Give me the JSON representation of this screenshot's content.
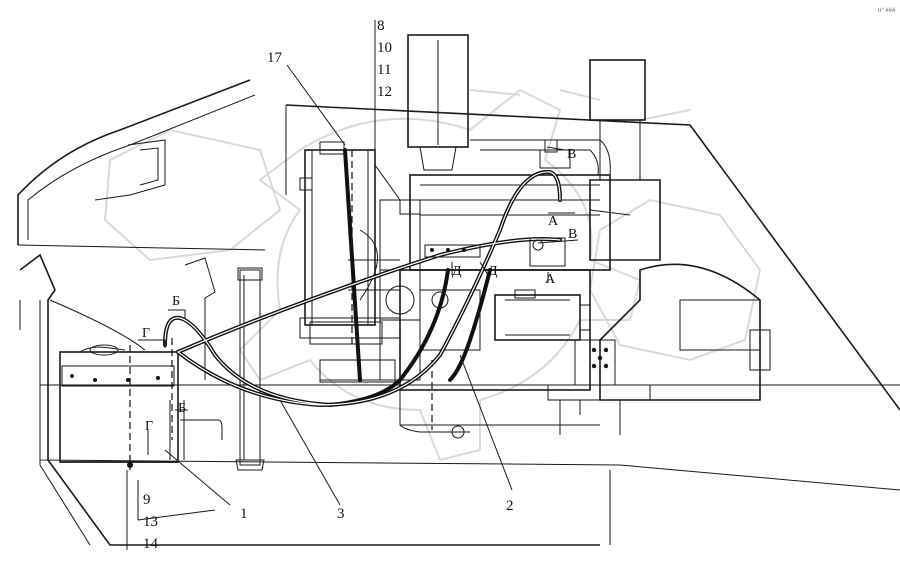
{
  "diagram": {
    "type": "technical-drawing",
    "description_hint": "",
    "callouts": {
      "n17": "17",
      "n8": "8",
      "n10": "10",
      "n11": "11",
      "n12": "12",
      "n1": "1",
      "n2": "2",
      "n3": "3",
      "n9": "9",
      "n13": "13",
      "n14": "14"
    },
    "section_marks": {
      "b_top": "Б",
      "g_top": "Г",
      "b_low": "Б",
      "g_low": "Г",
      "v_top": "В",
      "a_top": "А",
      "v_mid": "В",
      "a_low": "А",
      "d_left": "Д",
      "d_right": "Д"
    },
    "corner_note": "n° ###",
    "watermark_color": "#d9d9d9"
  }
}
